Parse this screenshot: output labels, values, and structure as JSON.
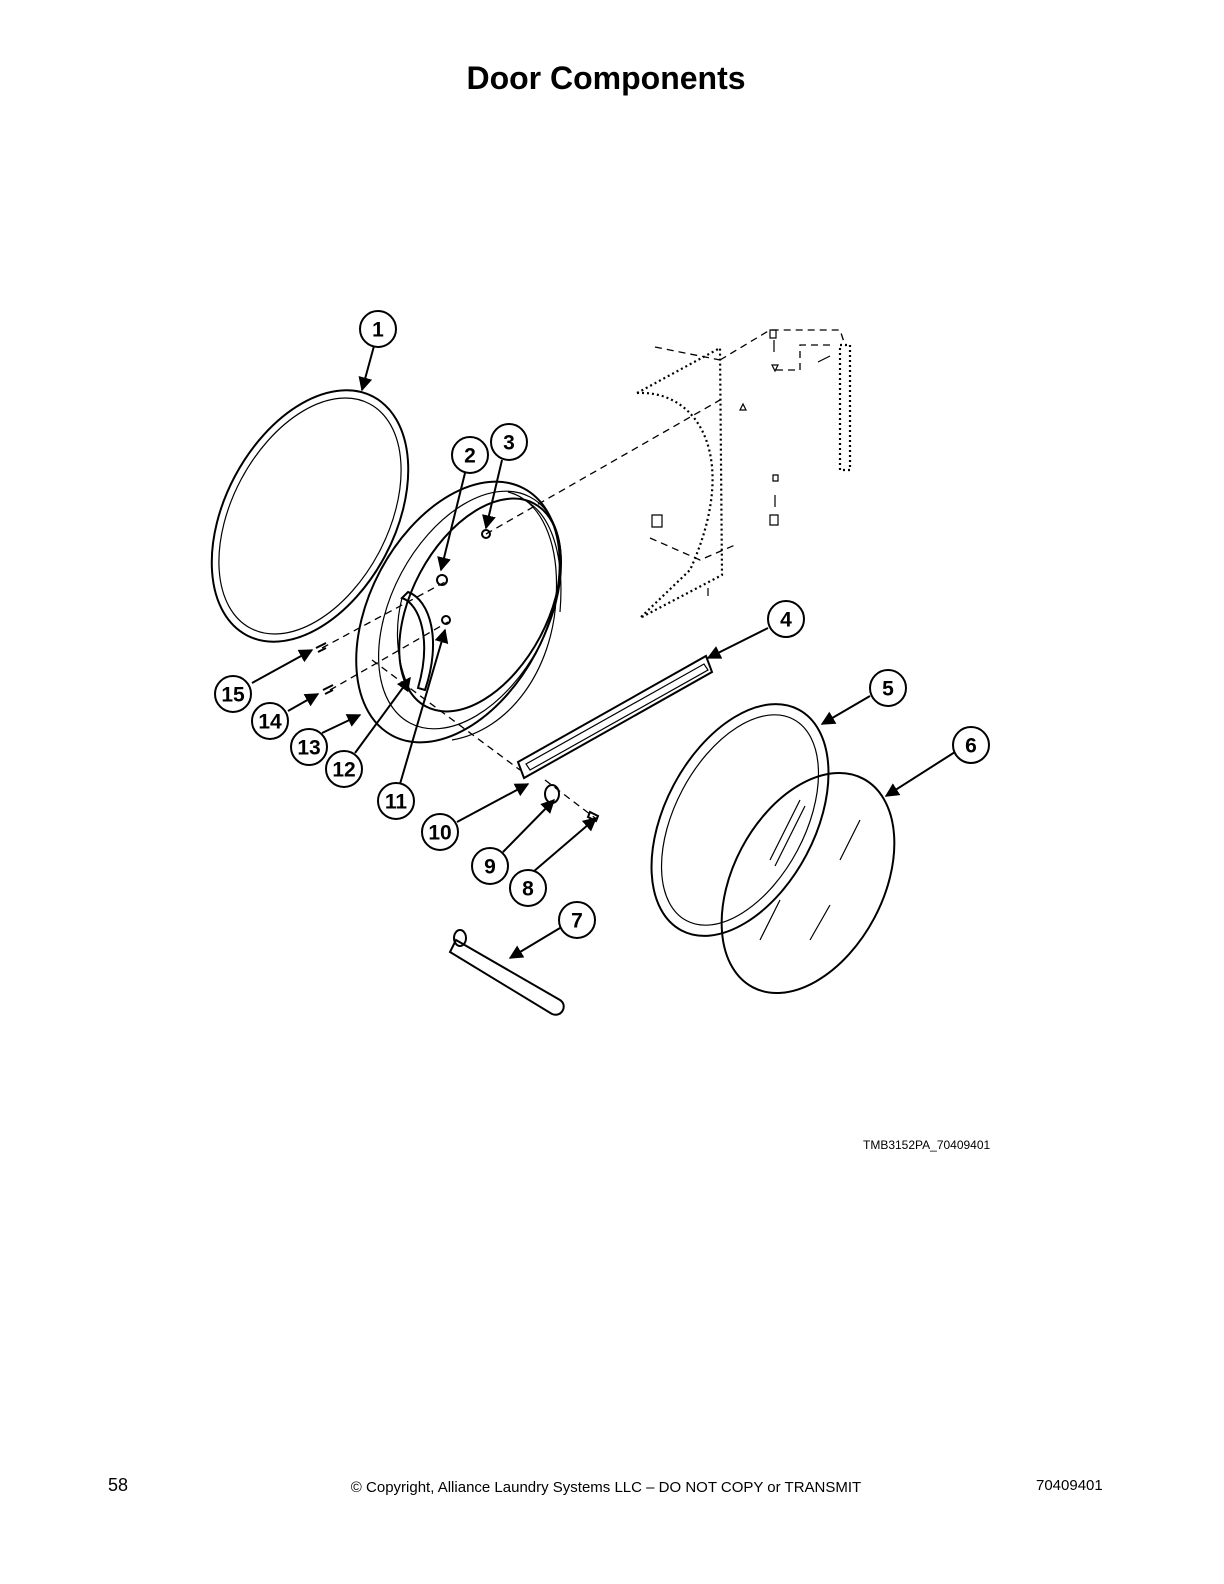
{
  "page": {
    "title": "Door Components",
    "figure_code": "TMB3152PA_70409401",
    "footer": {
      "page_number": "58",
      "copyright": "© Copyright, Alliance Laundry Systems LLC – DO NOT COPY or TRANSMIT",
      "doc_number": "70409401"
    }
  },
  "callouts": [
    "1",
    "2",
    "3",
    "4",
    "5",
    "6",
    "7",
    "8",
    "9",
    "10",
    "11",
    "12",
    "13",
    "14",
    "15"
  ]
}
